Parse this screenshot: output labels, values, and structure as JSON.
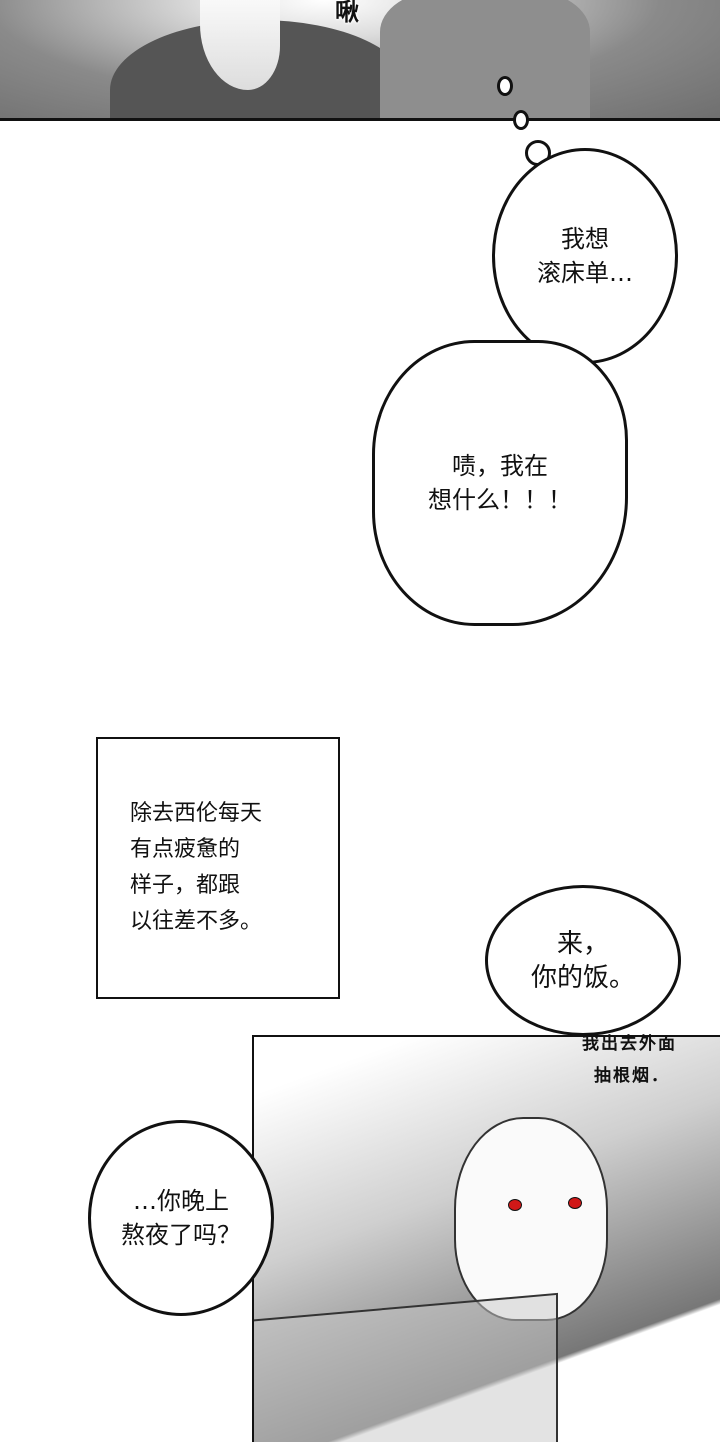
{
  "panels": {
    "top": {
      "sfx": "啾"
    },
    "bubble1": {
      "lines": [
        "我想",
        "滚床单…"
      ]
    },
    "bubble2": {
      "lines": [
        "啧，我在",
        "想什么！！！"
      ]
    },
    "narration": {
      "lines": [
        "除去西伦每天",
        "有点疲惫的",
        "样子，都跟",
        "以往差不多。"
      ]
    },
    "bubble3": {
      "lines": [
        "来，",
        "你的饭。"
      ]
    },
    "aside": {
      "lines": [
        "我出去外面",
        "抽根烟．"
      ]
    },
    "bubble4": {
      "lines": [
        "…你晚上",
        "熬夜了吗？"
      ]
    }
  },
  "colors": {
    "eye": "#d01818",
    "ink": "#111111"
  }
}
